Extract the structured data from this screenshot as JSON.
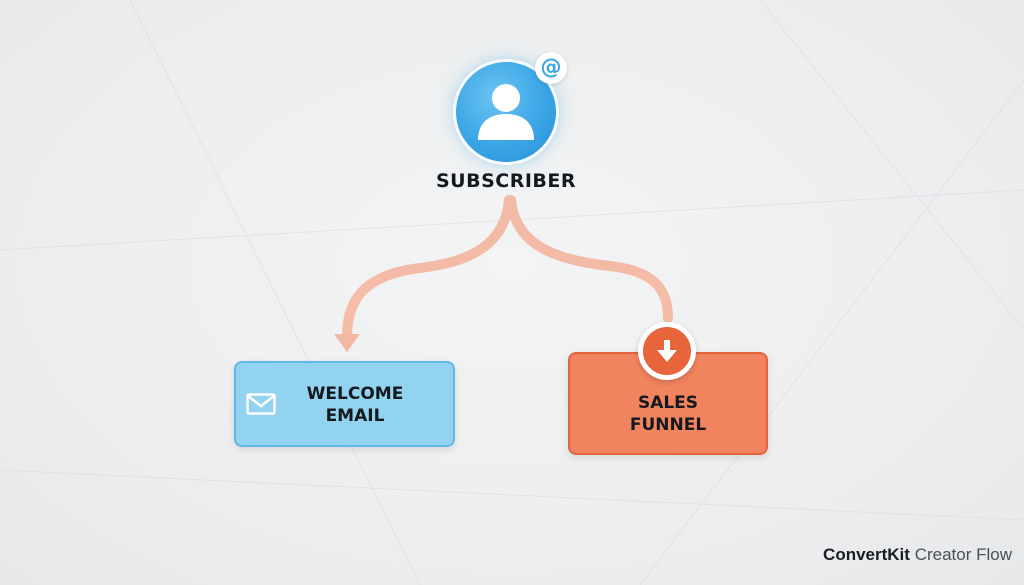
{
  "diagram": {
    "subscriber": {
      "label": "SUBSCRIBER",
      "icon": "user-icon",
      "badge": "@",
      "color": "#3aa5e6"
    },
    "welcome": {
      "label": "WELCOME\nEMAIL",
      "icon": "envelope-icon",
      "color": "#92d3ef"
    },
    "funnel": {
      "label": "SALES\nFUNNEL",
      "icon": "arrow-down-icon",
      "color": "#f1835e"
    },
    "connector_color": "#f4b8a2"
  },
  "brand": {
    "name": "ConvertKit",
    "tagline": "Creator Flow"
  }
}
